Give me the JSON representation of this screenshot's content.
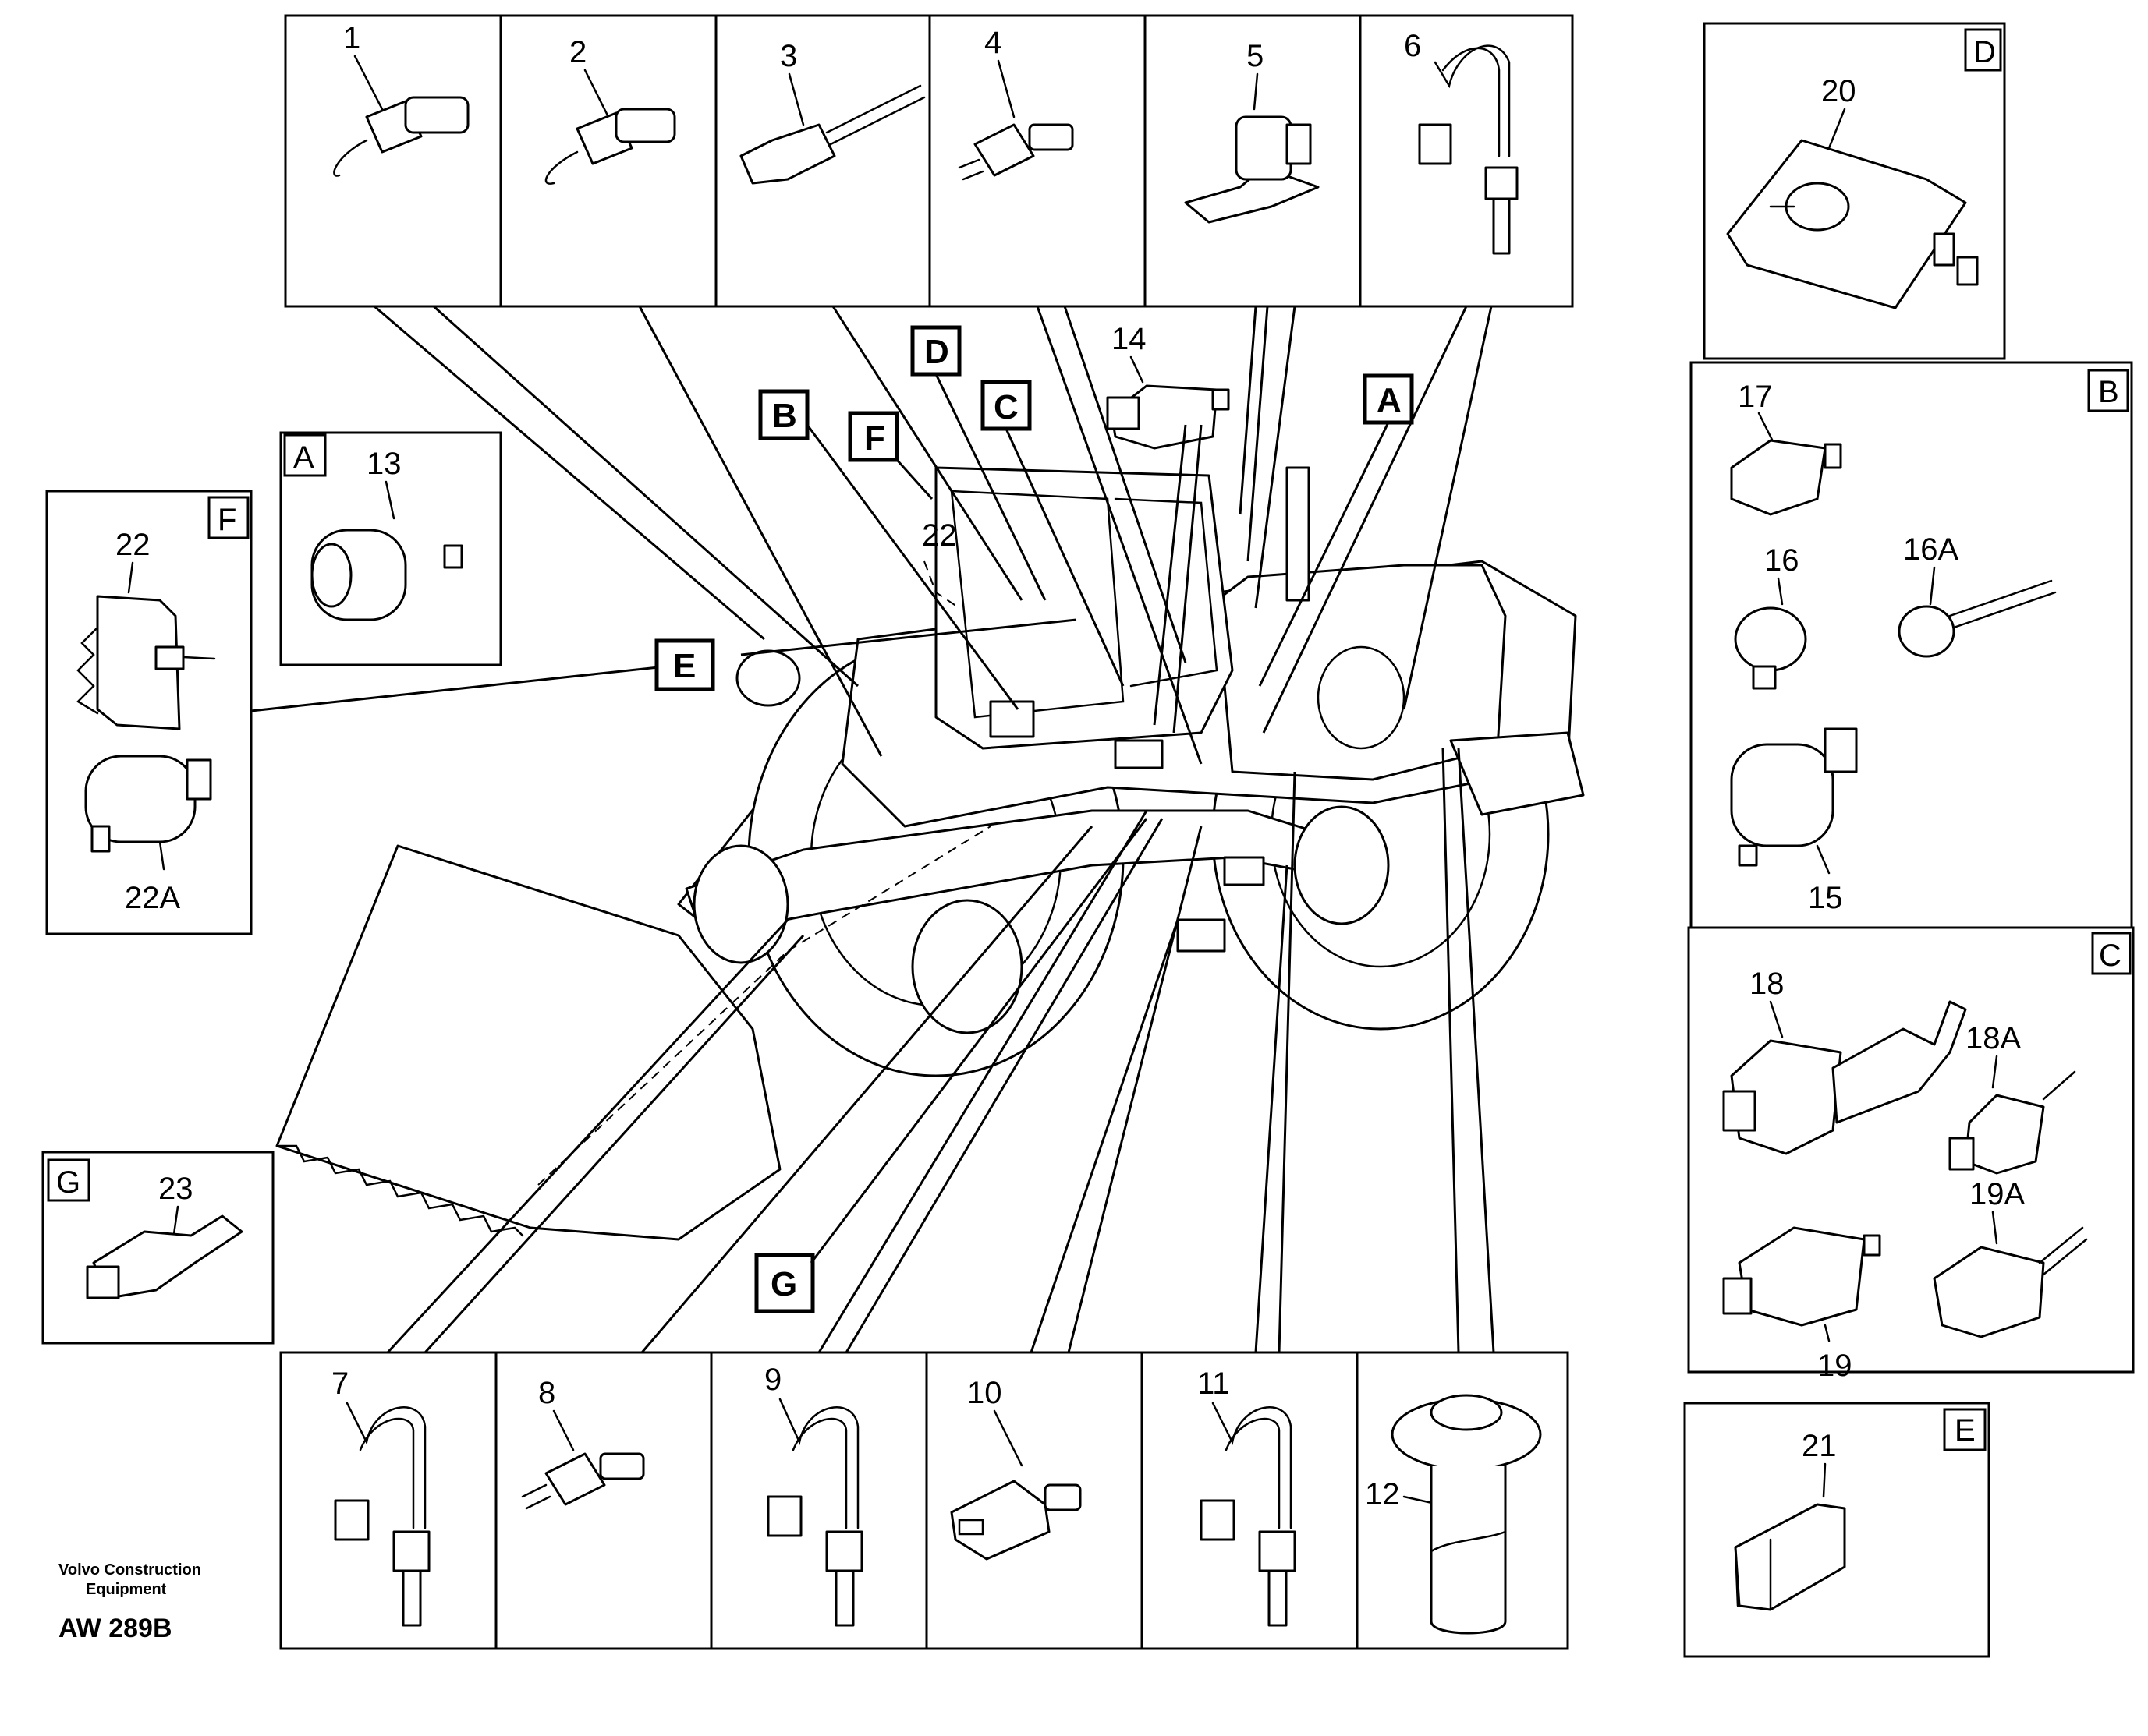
{
  "footer": {
    "company_line1": "Volvo Construction",
    "company_line2": "Equipment",
    "code": "AW 289B"
  },
  "top_panels": [
    "1",
    "2",
    "3",
    "4",
    "5",
    "6"
  ],
  "bottom_panels": [
    "7",
    "8",
    "9",
    "10",
    "11",
    "12"
  ],
  "detail_views": {
    "D": {
      "letter": "D",
      "parts": [
        "20"
      ]
    },
    "B": {
      "letter": "B",
      "parts": [
        "17",
        "16",
        "16A",
        "15"
      ]
    },
    "C": {
      "letter": "C",
      "parts": [
        "18",
        "18A",
        "19",
        "19A"
      ]
    },
    "E": {
      "letter": "E",
      "parts": [
        "21"
      ]
    },
    "A": {
      "letter": "A",
      "parts": [
        "13"
      ]
    },
    "F": {
      "letter": "F",
      "parts": [
        "22",
        "22A"
      ]
    },
    "G": {
      "letter": "G",
      "parts": [
        "23"
      ]
    }
  },
  "machine_callouts": {
    "B": "B",
    "F": "F",
    "D": "D",
    "C": "C",
    "A": "A",
    "E": "E",
    "G": "G",
    "part_22": "22",
    "part_14": "14"
  }
}
